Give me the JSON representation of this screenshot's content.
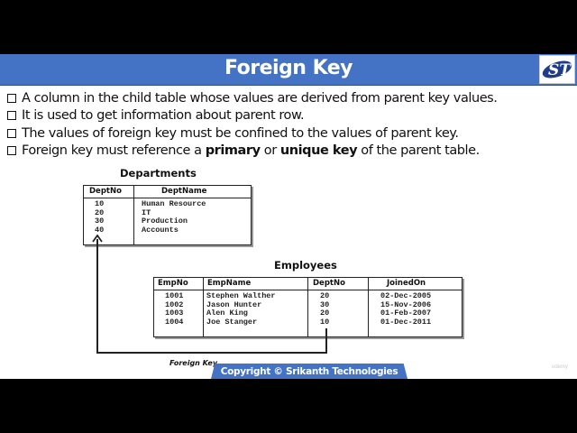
{
  "slide": {
    "title": "Foreign Key",
    "logo_text": "ST",
    "bullets": [
      {
        "parts": [
          {
            "text": "A column in the child table whose values are derived from parent key values.",
            "bold": false
          }
        ]
      },
      {
        "parts": [
          {
            "text": "It is used to get information about parent row.",
            "bold": false
          }
        ]
      },
      {
        "parts": [
          {
            "text": "The values of foreign key must be confined to the values of parent key.",
            "bold": false
          }
        ]
      },
      {
        "parts": [
          {
            "text": "Foreign key must reference a ",
            "bold": false
          },
          {
            "text": "primary",
            "bold": true
          },
          {
            "text": " or ",
            "bold": false
          },
          {
            "text": "unique key",
            "bold": true
          },
          {
            "text": " of the parent table.",
            "bold": false
          }
        ]
      }
    ]
  },
  "departments": {
    "title": "Departments",
    "columns": [
      "DeptNo",
      "DeptName"
    ],
    "rows": [
      [
        "10",
        "Human Resource"
      ],
      [
        "20",
        "IT"
      ],
      [
        "30",
        "Production"
      ],
      [
        "40",
        "Accounts"
      ]
    ]
  },
  "employees": {
    "title": "Employees",
    "columns": [
      "EmpNo",
      "EmpName",
      "DeptNo",
      "JoinedOn"
    ],
    "rows": [
      [
        "1001",
        "Stephen Walther",
        "20",
        "02-Dec-2005"
      ],
      [
        "1002",
        "Jason Hunter",
        "30",
        "15-Nov-2006"
      ],
      [
        "1003",
        "Alen King",
        "20",
        "01-Feb-2007"
      ],
      [
        "1004",
        "Joe Stanger",
        "10",
        "01-Dec-2011"
      ]
    ]
  },
  "diagram": {
    "fk_label": "Foreign Key"
  },
  "footer": {
    "copyright": "Copyright © Srikanth Technologies",
    "watermark": "udemy"
  },
  "colors": {
    "title_bar": "#4472c4",
    "logo_blue": "#1f3c88"
  }
}
